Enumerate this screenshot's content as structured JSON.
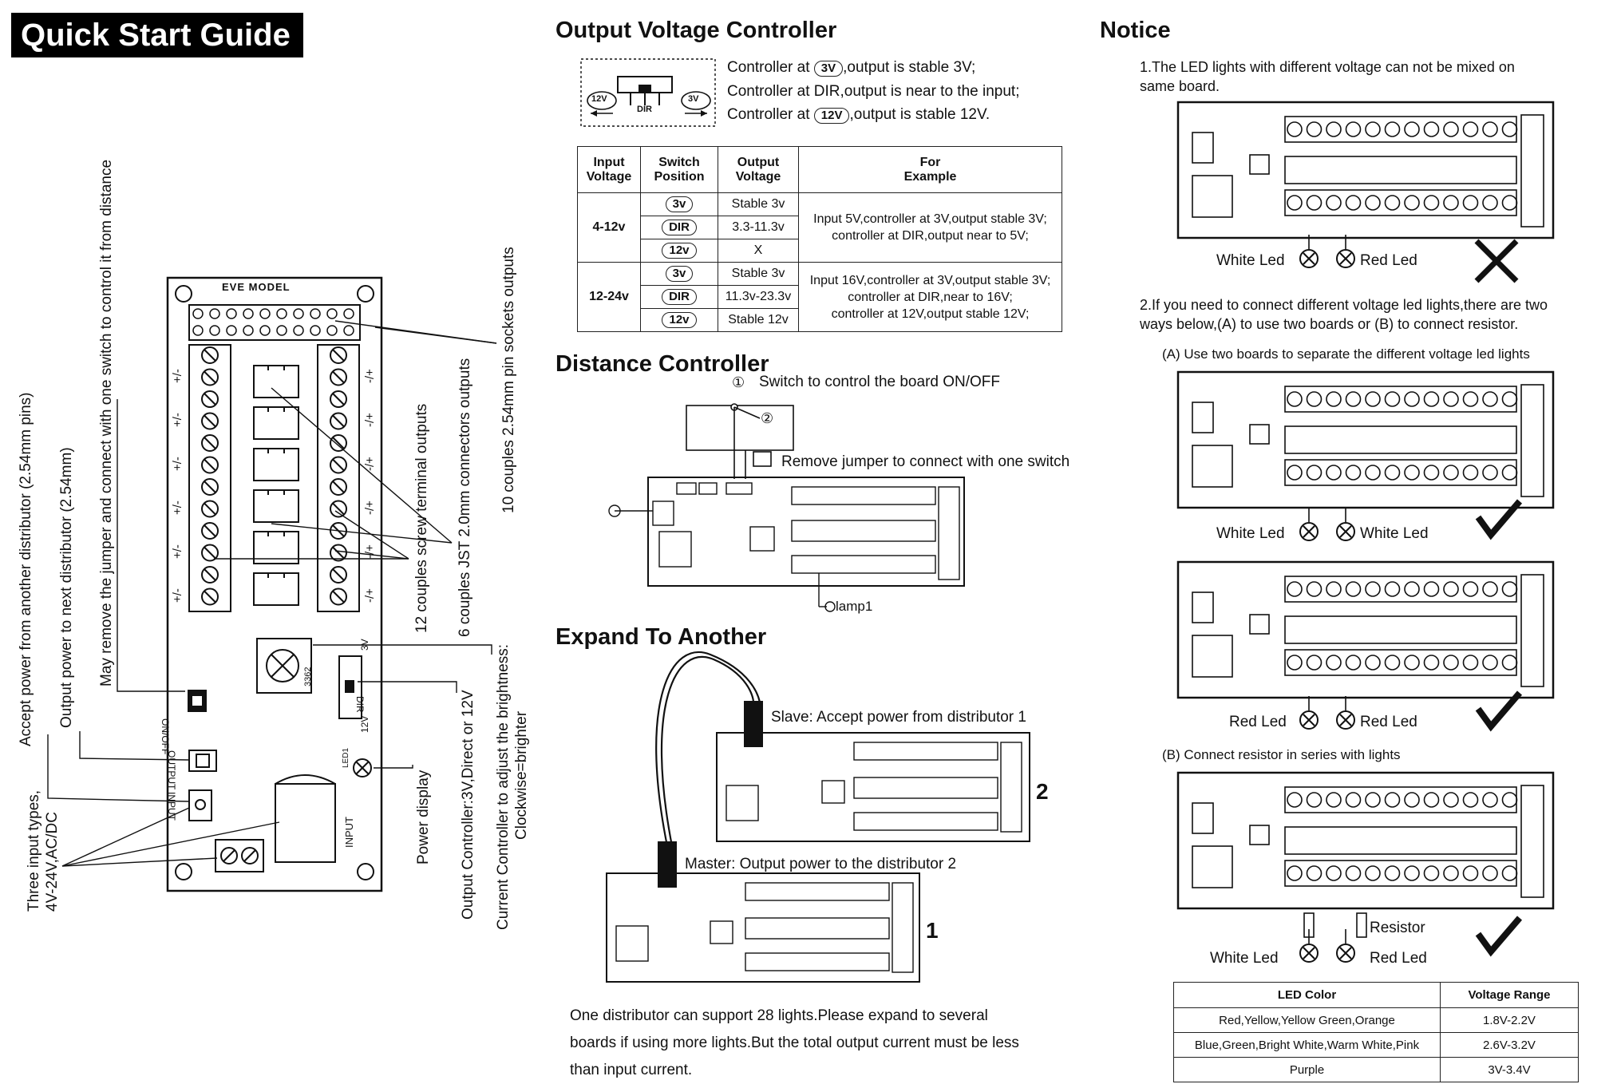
{
  "title": "Quick Start Guide",
  "board_model": "EVE MODEL",
  "left_labels": {
    "distance": "May remove the jumper and connect with one switch to control it from distance",
    "accept": "Accept power from another distributor (2.54mm pins)",
    "output_next": "Output power to next distributor (2.54mm)",
    "pins_10": "10 couples 2.54mm pin sockets outputs",
    "jst_6": "6 couples JST 2.0mm connectors outputs",
    "screw_12": "12 couples screw terminal outputs",
    "three_input_1": "Three input types,",
    "three_input_2": "4V-24V,AC/DC",
    "power_display": "Power display",
    "output_ctrl": "Output Controller:3V,Direct or 12V",
    "current_ctrl_1": "Current Controller to adjust the brightness:",
    "current_ctrl_2": "Clockwise=brighter"
  },
  "board_text": {
    "plus_minus": "+/-",
    "minus_plus": "-/+",
    "on_off": "ON/OFF",
    "output": "OUTPUT",
    "input": "INPUT",
    "input_big": "INPUT",
    "pot": "3362",
    "v3": "3V",
    "dir": "DIR",
    "v12": "12V",
    "led1": "LED1"
  },
  "ovc": {
    "title": "Output Voltage Controller",
    "sw_12v": "12V",
    "sw_dir": "DIR",
    "sw_3v": "3V",
    "line1_a": "Controller at ",
    "line1_pill": "3V",
    "line1_b": ",output is stable 3V;",
    "line2": "Controller at DIR,output is near to the input;",
    "line3_a": "Controller at ",
    "line3_pill": "12V",
    "line3_b": ",output is stable 12V."
  },
  "vtable": {
    "headers": [
      "Input Voltage",
      "Switch Position",
      "Output Voltage",
      "For Example"
    ],
    "h0a": "Input",
    "h0b": "Voltage",
    "h1a": "Switch",
    "h1b": "Position",
    "h2a": "Output",
    "h2b": "Voltage",
    "h3a": "For",
    "h3b": "Example",
    "g1_input": "4-12v",
    "g1_rows": [
      {
        "switch": "3v",
        "output": "Stable 3v"
      },
      {
        "switch": "DIR",
        "output": "3.3-11.3v"
      },
      {
        "switch": "12v",
        "output": "X"
      }
    ],
    "g1_ex1": "Input 5V,controller at 3V,output stable 3V;",
    "g1_ex2": "controller at DIR,output near to 5V;",
    "g2_input": "12-24v",
    "g2_rows": [
      {
        "switch": "3v",
        "output": "Stable 3v"
      },
      {
        "switch": "DIR",
        "output": "11.3v-23.3v"
      },
      {
        "switch": "12v",
        "output": "Stable 12v"
      }
    ],
    "g2_ex1": "Input 16V,controller at 3V,output stable 3V;",
    "g2_ex2": "controller at DIR,near to 16V;",
    "g2_ex3": "controller at 12V,output stable 12V;"
  },
  "distance": {
    "title": "Distance Controller",
    "n1": "①",
    "n2": "②",
    "switch_label": "Switch to control the board ON/OFF",
    "jumper_label": "Remove jumper to connect with one switch",
    "lamp": "lamp1"
  },
  "expand": {
    "title": "Expand To Another",
    "slave": "Slave: Accept power from distributor 1",
    "master": "Master: Output power to the distributor 2",
    "num2": "2",
    "num1": "1",
    "body1": "One distributor can support 28 lights.Please expand to several",
    "body2": "boards if using more lights.But the total output current must be less",
    "body3": "than input current."
  },
  "notice": {
    "title": "Notice",
    "p1a": "1.The LED lights with different voltage can not be mixed on",
    "p1b": "same board.",
    "p2a": "2.If you need to connect different voltage led lights,there are two",
    "p2b": "ways below,(A) to use two boards or (B) to connect resistor.",
    "a_label": "(A) Use two boards to separate the different voltage led lights",
    "b_label": "(B) Connect resistor in series with lights",
    "d1_left": "White Led",
    "d1_right": "Red Led",
    "d2_left": "White Led",
    "d2_right": "White Led",
    "d3_left": "Red Led",
    "d3_right": "Red Led",
    "d4_left": "White Led",
    "d4_right": "Red Led",
    "d4_res": "Resistor"
  },
  "led_table": {
    "h_color": "LED Color",
    "h_range": "Voltage Range",
    "rows": [
      {
        "color": "Red,Yellow,Yellow Green,Orange",
        "range": "1.8V-2.2V"
      },
      {
        "color": "Blue,Green,Bright White,Warm White,Pink",
        "range": "2.6V-3.2V"
      },
      {
        "color": "Purple",
        "range": "3V-3.4V"
      }
    ]
  }
}
